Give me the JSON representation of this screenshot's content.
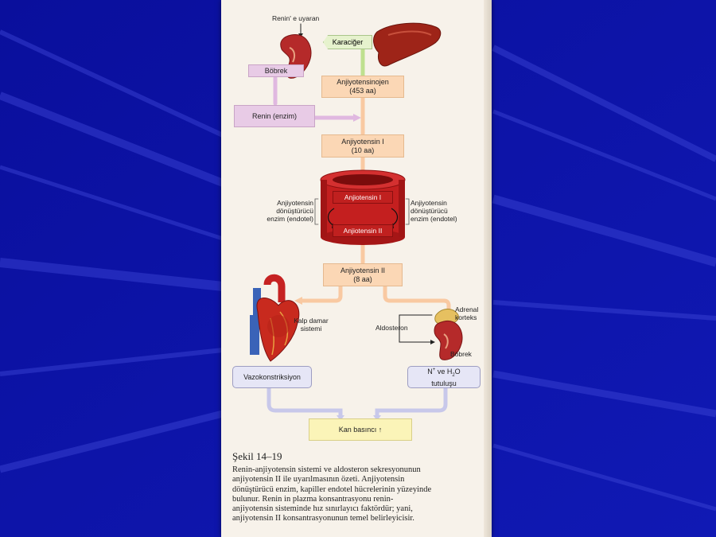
{
  "diagram": {
    "renin_stimulus": "Renin' e uyaran",
    "liver": "Karaciğer",
    "kidney_top": "Böbrek",
    "angiotensinogen_line1": "Anjiyotensinojen",
    "angiotensinogen_line2": "(453 aa)",
    "renin_enzyme": "Renin (enzim)",
    "angiotensin1_line1": "Anjiyotensin I",
    "angiotensin1_line2": "(10 aa)",
    "vessel_top": "Anjiotensin I",
    "vessel_bottom": "Anjiotensin II",
    "ace_left_line1": "Anjiyotensin",
    "ace_left_line2": "dönüştürücü",
    "ace_left_line3": "enzim (endotel)",
    "ace_right_line1": "Anjiyotensin",
    "ace_right_line2": "dönüştürücü",
    "ace_right_line3": "enzim (endotel)",
    "angiotensin2_line1": "Anjiyotensin II",
    "angiotensin2_line2": "(8 aa)",
    "cardio_line1": "Kalp damar",
    "cardio_line2": "sistemi",
    "adrenal_line1": "Adrenal",
    "adrenal_line2": "korteks",
    "aldosterone": "Aldosteron",
    "kidney_bottom": "Böbrek",
    "vasoconstriction": "Vazokonstriksiyon",
    "retention_prefix": "N",
    "retention_sup": "+",
    "retention_mid": " ve H",
    "retention_sub": "2",
    "retention_suffix": "O",
    "retention_line2": "tutuluşu",
    "blood_pressure": "Kan basıncı ↑"
  },
  "caption": {
    "title": "Şekil 14–19",
    "line1": "Renin-anjiyotensin sistemi ve aldosteron sekresyonunun",
    "line2": "anjiyotensin II ile uyarılmasının özeti. Anjiyotensin",
    "line3": "dönüştürücü enzim, kapiller endotel hücrelerinin yüzeyinde",
    "line4": "bulunur. Renin in plazma konsantrasyonu renin-",
    "line5": "anjiyotensin sisteminde hız sınırlayıcı faktördür; yani,",
    "line6": "anjiyotensin II konsantrasyonunun temel belirleyicisir."
  },
  "colors": {
    "background": "#0c13a8",
    "orange_box": "#fbd7b5",
    "pink_box": "#e8cbe6",
    "lavender_box": "#e6e6f6",
    "yellow_box": "#fbf4b8",
    "vessel": "#c0201f"
  },
  "icons": [
    "kidney-icon",
    "liver-icon",
    "blood-vessel-icon",
    "heart-icon",
    "adrenal-kidney-icon"
  ]
}
